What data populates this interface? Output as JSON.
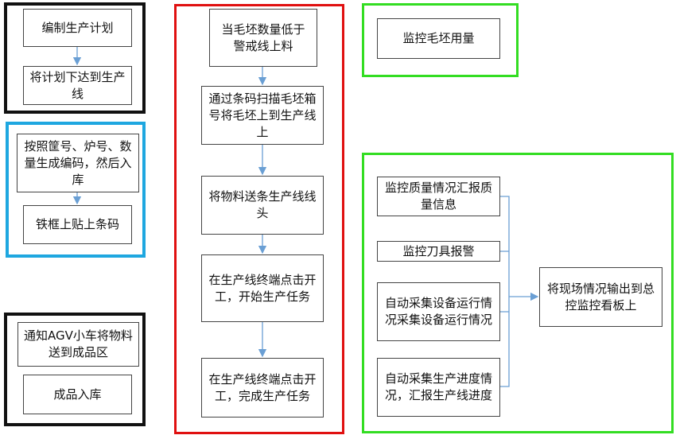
{
  "groups": {
    "plan": {
      "color": "#111111",
      "steps": [
        "编制生产计划",
        "将计划下达到生产线"
      ]
    },
    "coding": {
      "color": "#1ea7e0",
      "steps": [
        "按照筐号、炉号、数量生成编码，然后入库",
        "铁框上贴上条码"
      ]
    },
    "finished": {
      "color": "#111111",
      "steps": [
        "通知AGV小车将物料送到成品区",
        "成品入库"
      ]
    },
    "production": {
      "color": "#e01010",
      "steps": [
        "当毛坯数量低于警戒线上料",
        "通过条码扫描毛坯箱号将毛坯上到生产线上",
        "将物料送条生产线线头",
        "在生产线终端点击开工，开始生产任务",
        "在生产线终端点击开工，完成生产任务"
      ]
    },
    "blank_monitor": {
      "color": "#33dd22",
      "steps": [
        "监控毛坯用量"
      ]
    },
    "monitoring": {
      "color": "#33dd22",
      "inputs": [
        "监控质量情况汇报质量信息",
        "监控刀具报警",
        "自动采集设备运行情况采集设备运行情况",
        "自动采集生产进度情况，汇报生产线进度"
      ],
      "output": "将现场情况输出到总控监控看板上"
    }
  },
  "connector_color": "#6a9fd4"
}
